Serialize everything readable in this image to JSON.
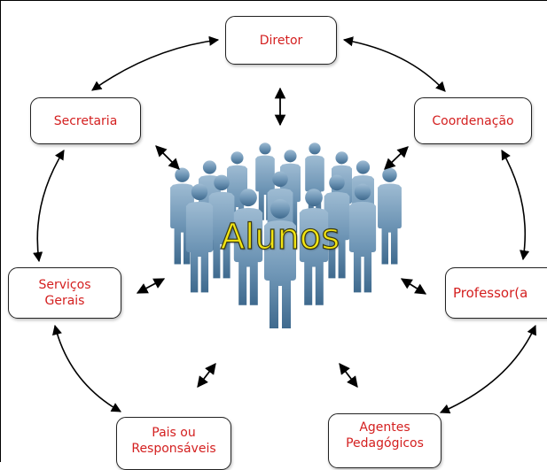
{
  "center": {
    "label": "Alunos"
  },
  "nodes": {
    "diretor": "Diretor",
    "secretaria": "Secretaria",
    "coordenacao": "Coordenação",
    "servicos_line1": "Serviços",
    "servicos_line2": "Gerais",
    "professor": "Professor(a",
    "pais_line1": "Pais ou",
    "pais_line2": "Responsáveis",
    "agentes_line1": "Agentes",
    "agentes_line2": "Pedagógicos"
  },
  "colors": {
    "node_text": "#d42020",
    "node_border": "#222222",
    "center_text": "#f3e512",
    "people": "#6f96b6"
  },
  "icons": {
    "people_group": "people-group-icon",
    "arrows": "double-headed-arrow-icon"
  }
}
